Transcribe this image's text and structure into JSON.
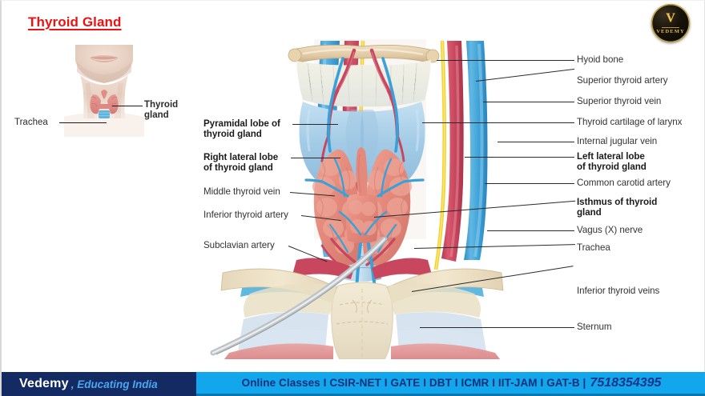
{
  "title": "Thyroid Gland",
  "logo": {
    "mark": "V",
    "wordmark": "VEDEMY"
  },
  "inset": {
    "trachea_label": "Trachea",
    "thyroid_label_line1": "Thyroid",
    "thyroid_label_line2": "gland"
  },
  "figure": {
    "left_labels": [
      {
        "line1": "Pyramidal lobe of",
        "line2": "thyroid gland",
        "bold": true
      },
      {
        "line1": "Right lateral lobe",
        "line2": "of thyroid gland",
        "bold": true
      },
      {
        "line1": "Middle thyroid vein",
        "line2": "",
        "bold": false
      },
      {
        "line1": "Inferior thyroid artery",
        "line2": "",
        "bold": false
      },
      {
        "line1": "Subclavian artery",
        "line2": "",
        "bold": false
      }
    ],
    "right_labels": [
      {
        "line1": "Hyoid bone",
        "line2": "",
        "bold": false
      },
      {
        "line1": "Superior thyroid artery",
        "line2": "",
        "bold": false
      },
      {
        "line1": "Superior thyroid vein",
        "line2": "",
        "bold": false
      },
      {
        "line1": "Thyroid cartilage of larynx",
        "line2": "",
        "bold": false
      },
      {
        "line1": "Internal jugular vein",
        "line2": "",
        "bold": false
      },
      {
        "line1": "Left lateral lobe",
        "line2": "of thyroid gland",
        "bold": true
      },
      {
        "line1": "Common carotid artery",
        "line2": "",
        "bold": false
      },
      {
        "line1": "Isthmus of thyroid",
        "line2": "gland",
        "bold": true
      },
      {
        "line1": "Vagus (X) nerve",
        "line2": "",
        "bold": false
      },
      {
        "line1": "Trachea",
        "line2": "",
        "bold": false
      },
      {
        "line1": "Inferior thyroid veins",
        "line2": "",
        "bold": false
      },
      {
        "line1": "Sternum",
        "line2": "",
        "bold": false
      }
    ]
  },
  "footer": {
    "brand": "Vedemy",
    "tagline": ", Educating India",
    "courses": "Online Classes I CSIR-NET I GATE I DBT I ICMR I IIT-JAM I GAT-B |",
    "phone": "7518354395"
  },
  "colors": {
    "title_red": "#ee1111",
    "footer_navy": "#132a63",
    "footer_cyan": "#12a6ec",
    "artery_red": "#c8475e",
    "vein_blue": "#3ca0d8",
    "nerve_yellow": "#f2d330",
    "thyroid_pink": "#e48a7c",
    "cartilage_blue": "#a8cfe8",
    "bone_tan": "#e2cfae"
  }
}
